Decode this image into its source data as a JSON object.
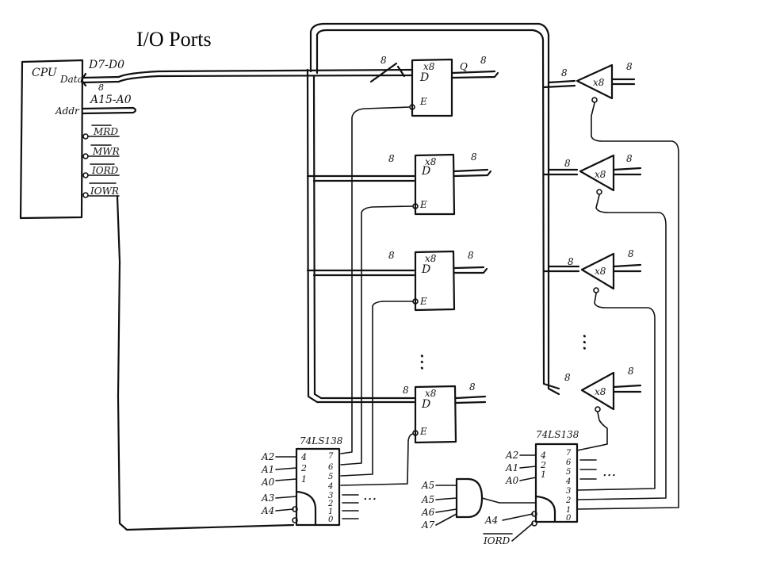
{
  "title": "I/O Ports",
  "cpu": {
    "label": "CPU",
    "pins": {
      "data_label": "Data",
      "data_range": "D7-D0",
      "data_width": "8",
      "addr_label": "Addr",
      "addr_range": "A15-A0",
      "mrd": "MRD",
      "mwr": "MWR",
      "iord": "IORD",
      "iowr": "IOWR"
    }
  },
  "latch": {
    "label": "x8",
    "d_pin": "D",
    "e_pin": "E",
    "q_pin": "Q",
    "bus_width": "8"
  },
  "buffer": {
    "label": "x8",
    "bus_width": "8"
  },
  "decoder_left": {
    "part": "74LS138",
    "inputs": [
      "A2",
      "A1",
      "A0",
      "A3",
      "A4"
    ],
    "select_pins": [
      "4",
      "2",
      "1"
    ],
    "outputs": [
      "7",
      "6",
      "5",
      "4",
      "3",
      "2",
      "1",
      "0"
    ],
    "more": "..."
  },
  "decoder_right": {
    "part": "74LS138",
    "inputs": [
      "A2",
      "A1",
      "A0",
      "A4",
      "IORD"
    ],
    "select_pins": [
      "4",
      "2",
      "1"
    ],
    "outputs": [
      "7",
      "6",
      "5",
      "4",
      "3",
      "2",
      "1",
      "0"
    ],
    "more": "..."
  },
  "and_gate": {
    "inputs": [
      "A5",
      "A5",
      "A6",
      "A7"
    ]
  },
  "ellipsis": "..."
}
